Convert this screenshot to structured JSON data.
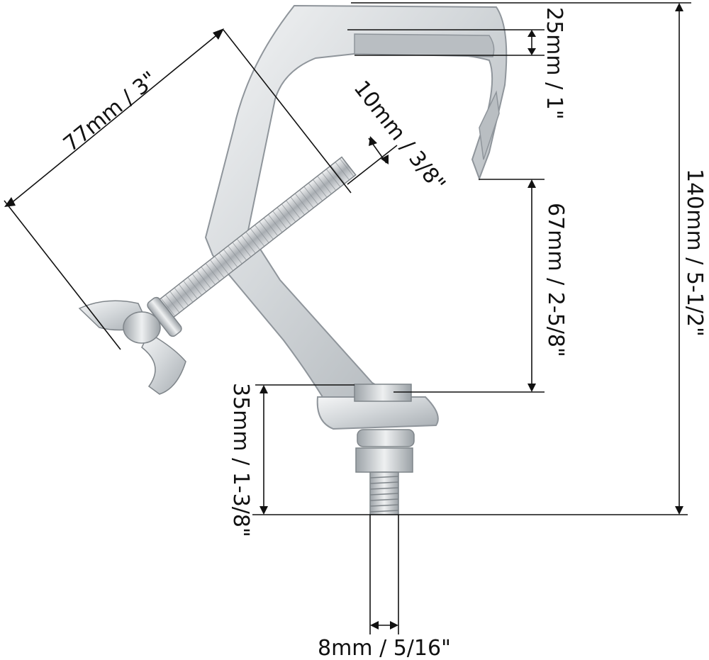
{
  "diagram": {
    "subject": "clamp",
    "dimensions": {
      "reach": "77mm / 3\"",
      "jaw_depth": "25mm / 1\"",
      "screw_diameter": "10mm / 3/8\"",
      "total_height": "140mm / 5-1/2\"",
      "opening": "67mm / 2-5/8\"",
      "base_height": "35mm / 1-3/8\"",
      "bolt_diameter": "8mm / 5/16\""
    },
    "colors": {
      "background": "#ffffff",
      "line": "#111111",
      "metal_light": "#e8eaec",
      "metal_mid": "#c9cdd1",
      "metal_dark": "#8f959b"
    }
  }
}
